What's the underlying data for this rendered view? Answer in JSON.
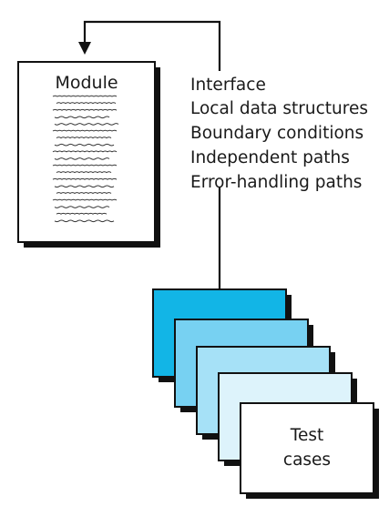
{
  "module": {
    "title": "Module"
  },
  "test_aspects": [
    "Interface",
    "Local data structures",
    "Boundary conditions",
    "Independent paths",
    "Error-handling paths"
  ],
  "test_cases": {
    "line1": "Test",
    "line2": "cases"
  },
  "colors": {
    "card1": "#12b5e6",
    "card2": "#77d1f2",
    "card3": "#a6e1f7",
    "card4": "#ddf3fb",
    "card5": "#ffffff",
    "stroke": "#111111",
    "shadow": "#111111"
  }
}
